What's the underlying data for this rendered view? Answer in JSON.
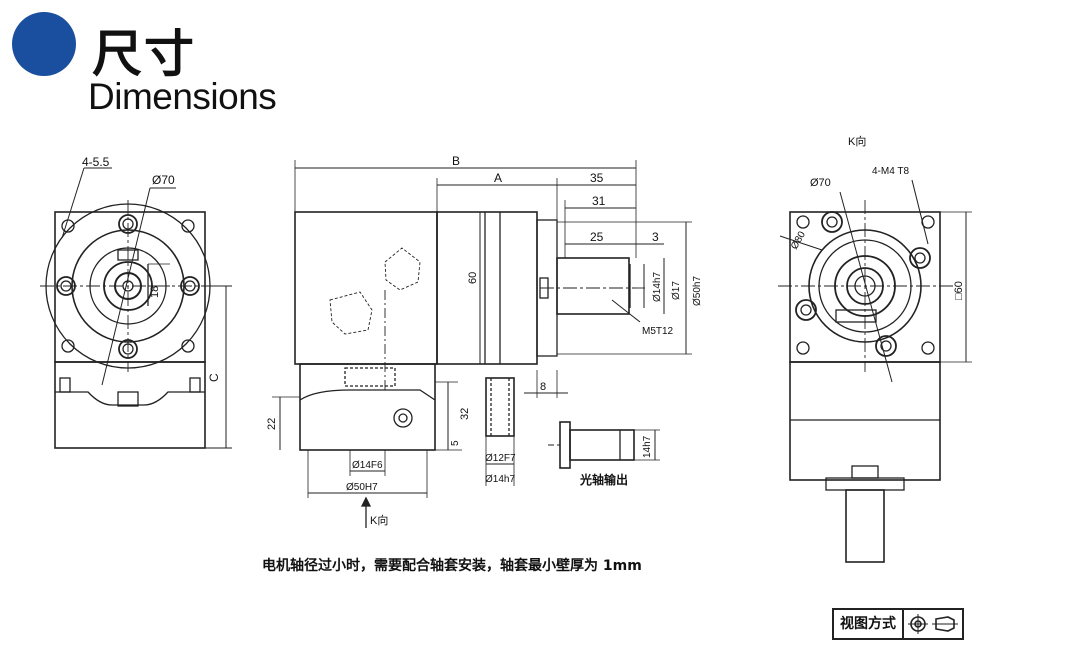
{
  "header": {
    "title_cn": "尺寸",
    "title_en": "Dimensions"
  },
  "front_view": {
    "hole_label": "4-5.5",
    "pcd_label": "Ø70",
    "key_label": "18",
    "height_label": "C"
  },
  "side_view": {
    "overall_label": "B",
    "a_label": "A",
    "d35": "35",
    "d31": "31",
    "d25": "25",
    "d3": "3",
    "d60": "60",
    "shaft_dia1": "Ø14h7",
    "shaft_dia2": "Ø17",
    "pilot_dia": "Ø50h7",
    "thread": "M5T12",
    "d8": "8",
    "d22": "22",
    "d32": "32",
    "d5": "5",
    "bore1": "Ø14F6",
    "bore2": "Ø50H7",
    "k_dir": "K向"
  },
  "sleeve": {
    "top": "Ø12F7",
    "bottom": "Ø14h7"
  },
  "shaft_out": {
    "dia": "14h7",
    "caption": "光轴输出"
  },
  "k_view": {
    "title": "K向",
    "pcd": "Ø70",
    "thread": "4-M4 T8",
    "d80": "Ø80",
    "square": "□60"
  },
  "note": "电机轴径过小时，需要配合轴套安装，轴套最小壁厚为 1mm",
  "projection": {
    "label": "视图方式"
  }
}
